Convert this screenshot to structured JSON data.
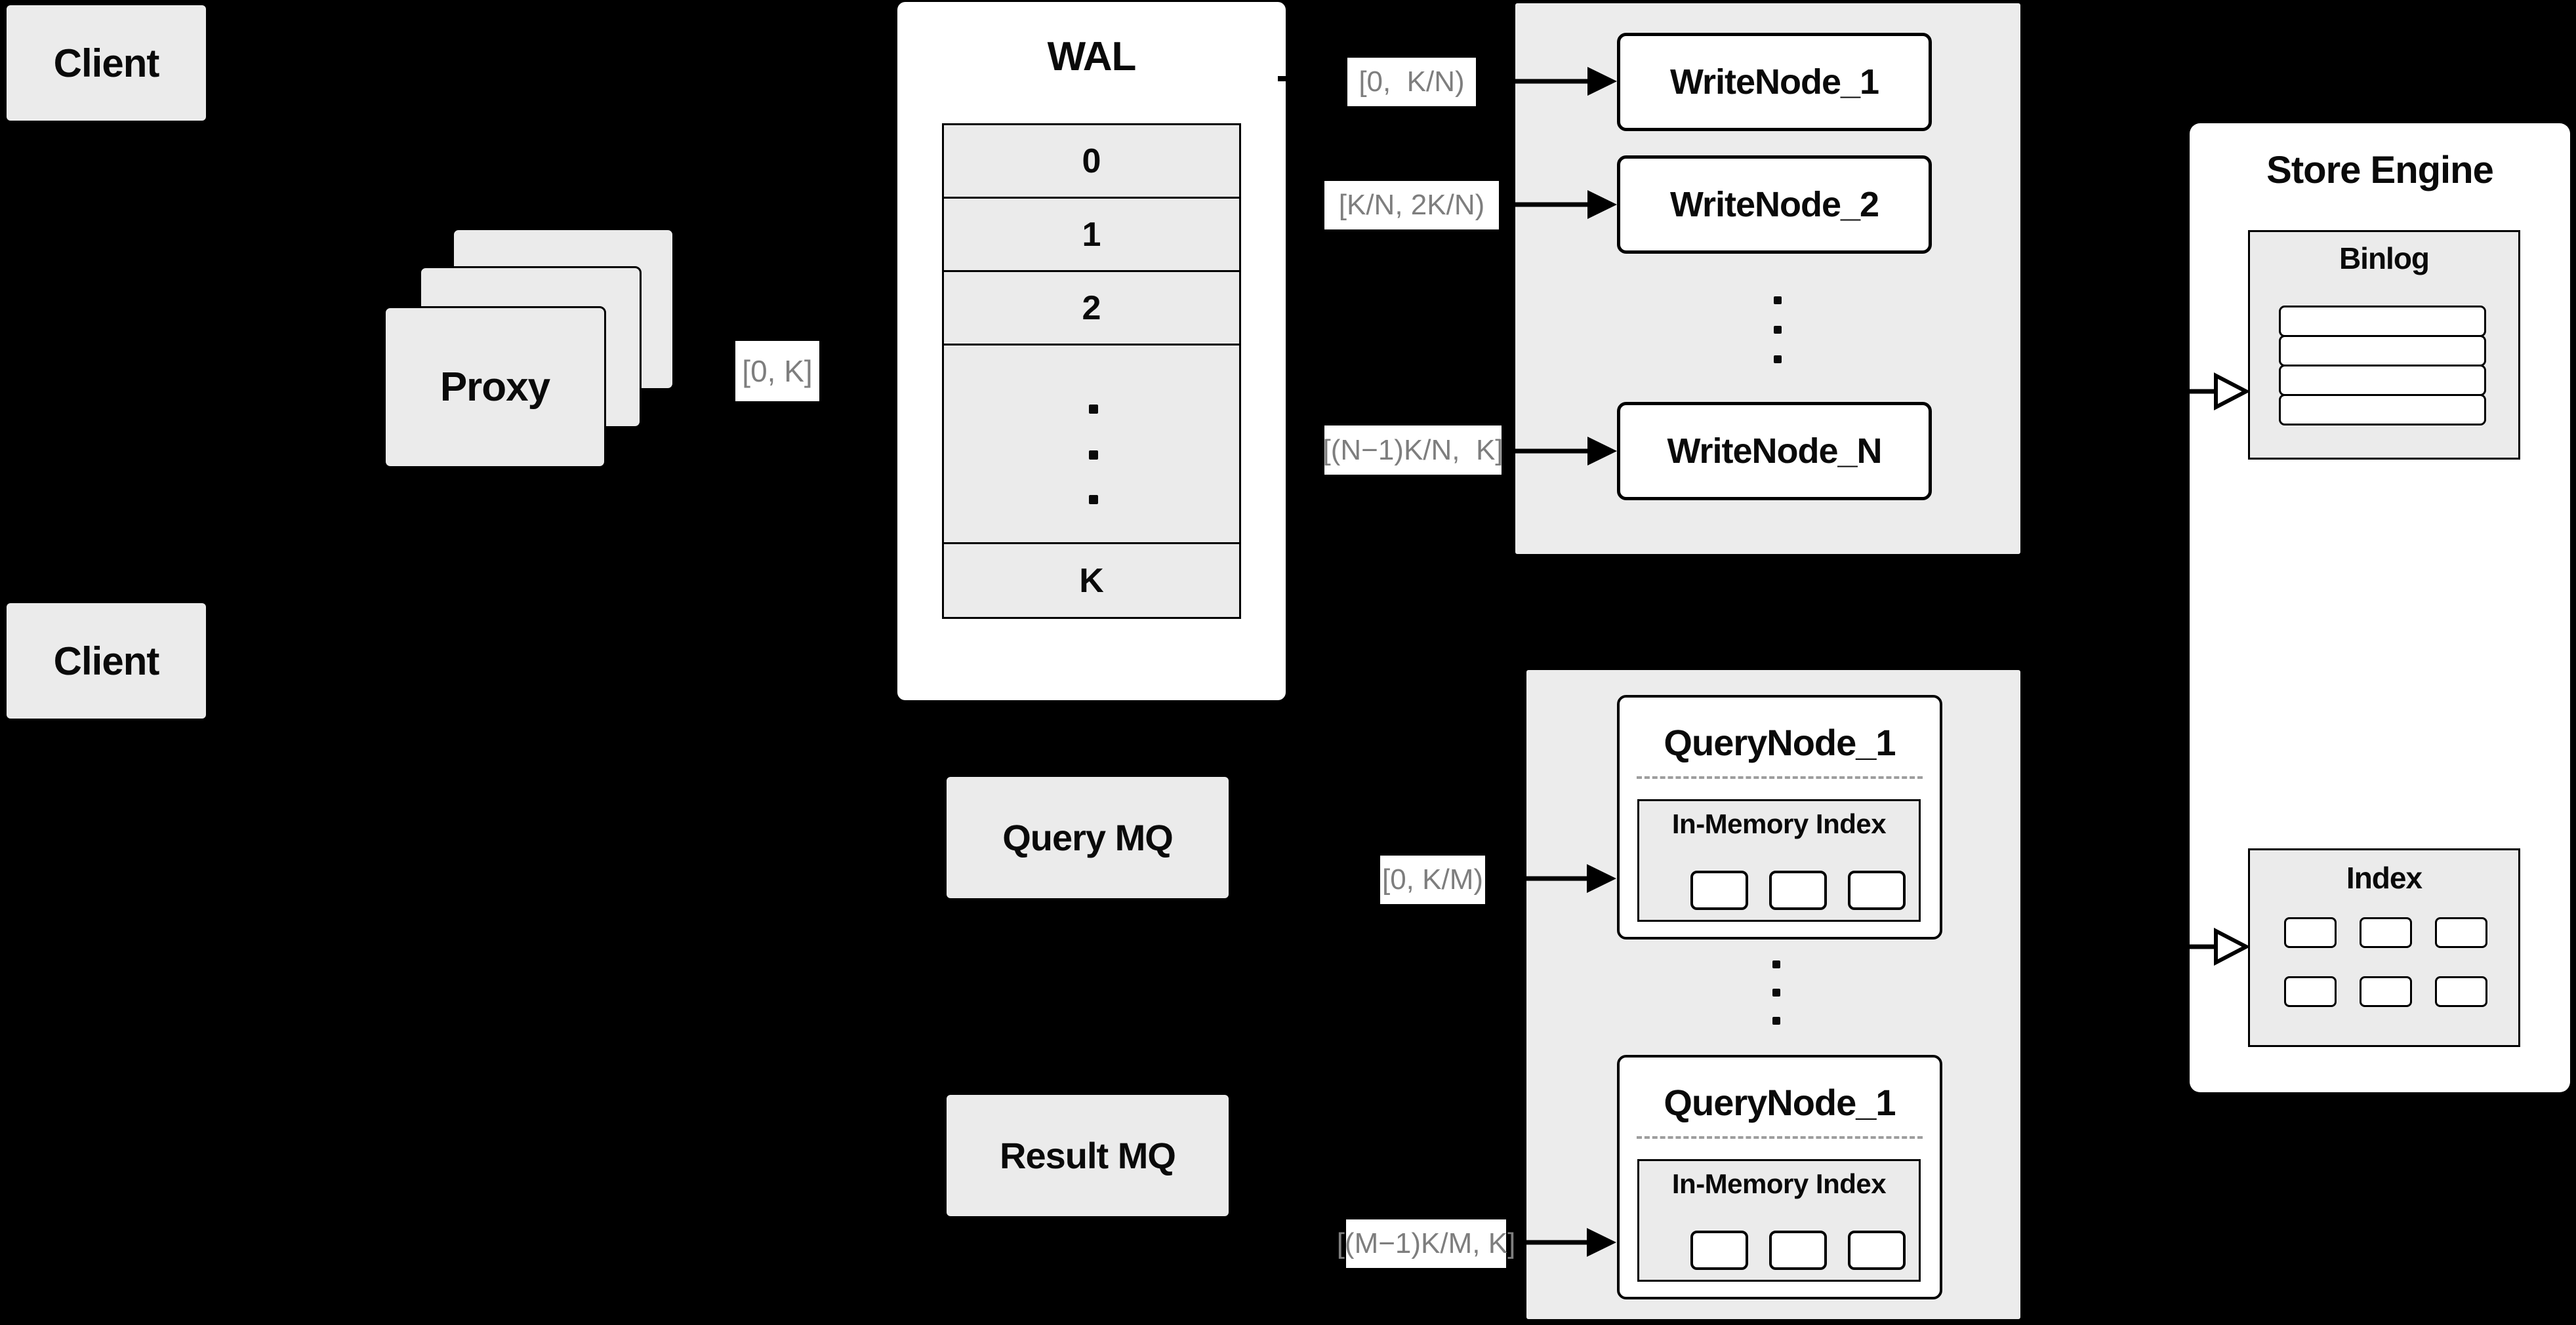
{
  "clients": {
    "top": "Client",
    "bottom": "Client"
  },
  "proxy": {
    "label": "Proxy"
  },
  "wal": {
    "title": "WAL",
    "rows": [
      "0",
      "1",
      "2",
      "K"
    ]
  },
  "range_labels": {
    "proxy_out": "[0, K]",
    "wn1": "[0,  K/N)",
    "wn2": "[K/N, 2K/N)",
    "wnN": "[(N−1)K/N,  K]",
    "qn1": "[0, K/M)",
    "qn2": "[(M−1)K/M, K]"
  },
  "write_nodes": {
    "n1": "WriteNode_1",
    "n2": "WriteNode_2",
    "nN": "WriteNode_N"
  },
  "message_queues": {
    "query": "Query MQ",
    "result": "Result MQ"
  },
  "query_nodes": {
    "top": {
      "title": "QueryNode_1",
      "inmem": "In-Memory Index"
    },
    "bottom": {
      "title": "QueryNode_1",
      "inmem": "In-Memory Index"
    }
  },
  "store_engine": {
    "title": "Store Engine",
    "binlog": "Binlog",
    "index": "Index"
  },
  "colors": {
    "background": "#000000",
    "panel_gray": "#ebebeb",
    "white": "#ffffff",
    "stroke": "#000000",
    "label_text": "#7e7e7e",
    "dash": "#9e9e9e"
  }
}
